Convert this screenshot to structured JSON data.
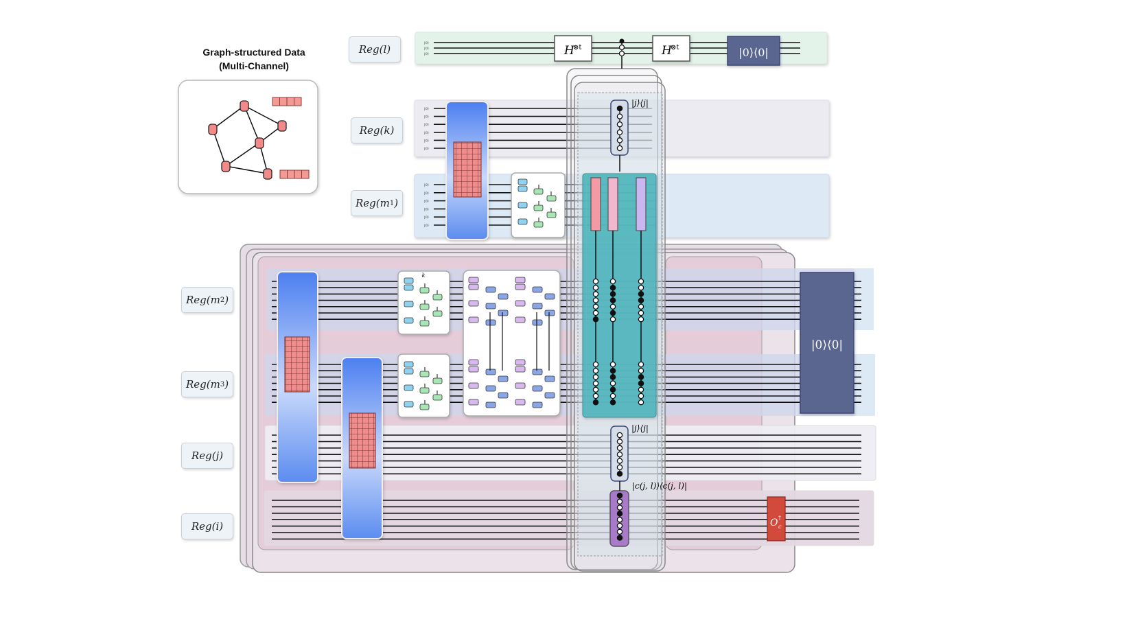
{
  "graph_panel": {
    "title_line1": "Graph-structured Data",
    "title_line2": "(Multi-Channel)"
  },
  "registers": [
    {
      "id": "l",
      "name": "Reg",
      "arg": "l"
    },
    {
      "id": "k",
      "name": "Reg",
      "arg": "k"
    },
    {
      "id": "m1",
      "name": "Reg",
      "arg": "m",
      "sub": "1"
    },
    {
      "id": "m2",
      "name": "Reg",
      "arg": "m",
      "sub": "2"
    },
    {
      "id": "m3",
      "name": "Reg",
      "arg": "m",
      "sub": "3"
    },
    {
      "id": "j",
      "name": "Reg",
      "arg": "j"
    },
    {
      "id": "i",
      "name": "Reg",
      "arg": "i"
    }
  ],
  "gates": {
    "hadamard_1": "H",
    "hadamard_2": "H",
    "hadamard_sup": "⊗t",
    "projector_top": "|0⟩⟨0|",
    "projector_big": "|0⟩⟨0|",
    "proj_j_top": "|j⟩⟨j|",
    "proj_j_mid": "|j⟩⟨j|",
    "proj_c": "|c(j, l)⟩⟨c(j, l)|",
    "oracle": "O",
    "oracle_sup": "†",
    "oracle_sub": "c",
    "ket_zero": "|0⟩",
    "k_mark": "k"
  },
  "colors": {
    "reg_l_band": "#e3f3ea",
    "reg_k_band": "#ecebf1",
    "reg_m_band": "#dde9f5",
    "reg_j_band": "#efeef4",
    "outer_frame": "#e3d3de",
    "teal": "#4fb5bd",
    "encoder_blue": "#5b8cf0",
    "matrix_red": "#f08c8c",
    "projector_navy": "#5a6590",
    "oracle_red": "#d14a3c",
    "node_fill": "#f28a8a",
    "pink_gate": "#f39aa5",
    "lilac_gate": "#c8b7f0",
    "purple_block": "#a87bc8"
  }
}
